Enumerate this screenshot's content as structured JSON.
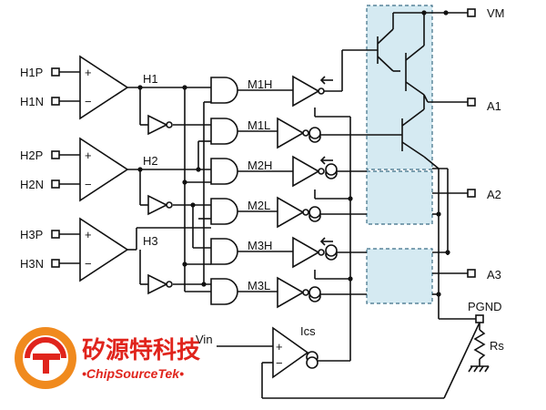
{
  "inputs": {
    "h1p": "H1P",
    "h1n": "H1N",
    "h2p": "H2P",
    "h2n": "H2N",
    "h3p": "H3P",
    "h3n": "H3N"
  },
  "comparator_outputs": {
    "h1": "H1",
    "h2": "H2",
    "h3": "H3"
  },
  "gate_labels": {
    "m1h": "M1H",
    "m1l": "M1L",
    "m2h": "M2H",
    "m2l": "M2L",
    "m3h": "M3H",
    "m3l": "M3L"
  },
  "comparator_signs": {
    "plus": "+",
    "minus": "−"
  },
  "outputs": {
    "vm": "VM",
    "a1": "A1",
    "a2": "A2",
    "a3": "A3",
    "pgnd": "PGND"
  },
  "sense": {
    "vin": "Vin",
    "ics": "Ics",
    "rs": "Rs"
  },
  "brand": {
    "name_cn": "矽源特科技",
    "name_en": "•ChipSourceTek•",
    "colors": {
      "red": "#e0241c",
      "orange": "#f08a1e"
    }
  },
  "icons": [
    "comparator-icon",
    "inverter-icon",
    "and-gate-icon",
    "gate-driver-icon",
    "current-source-icon",
    "transistor-icon",
    "resistor-icon",
    "ground-icon",
    "brand-logo-icon"
  ]
}
